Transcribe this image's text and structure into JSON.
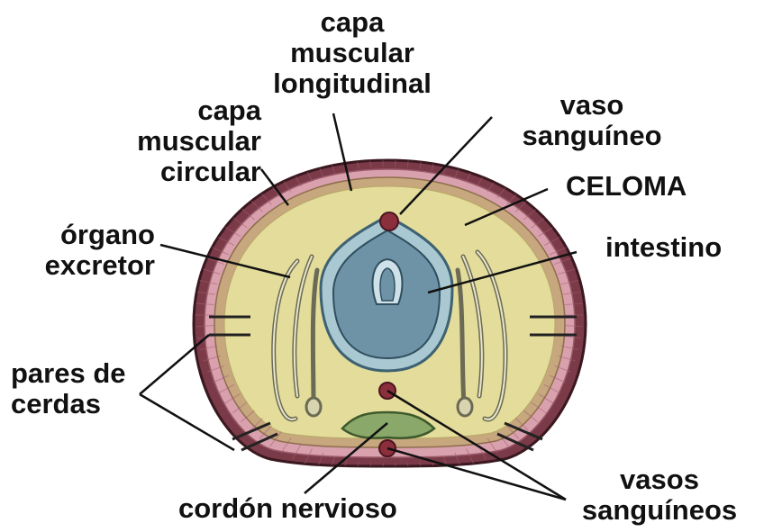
{
  "labels": {
    "capa_longitudinal": [
      "capa",
      "muscular",
      "longitudinal"
    ],
    "capa_circular": [
      "capa",
      "muscular",
      "circular"
    ],
    "vaso_dorsal": [
      "vaso",
      "sanguíneo"
    ],
    "celoma": "CELOMA",
    "intestino": "intestino",
    "organo_excretor": [
      "órgano",
      "excretor"
    ],
    "pares_cerdas": [
      "pares de",
      "cerdas"
    ],
    "cordon_nervioso": "cordón nervioso",
    "vasos_ventrales": [
      "vasos",
      "sanguíneos"
    ]
  },
  "colors": {
    "outer_wall": "#7a3a48",
    "muscle_band": "#d9a0ad",
    "coelom": "#e4dc9a",
    "gut_outer": "#a9c8d2",
    "gut_inner": "#6f93a6",
    "vessel": "#8c2f3d",
    "nerve": "#8aa86a",
    "line": "#111111"
  }
}
